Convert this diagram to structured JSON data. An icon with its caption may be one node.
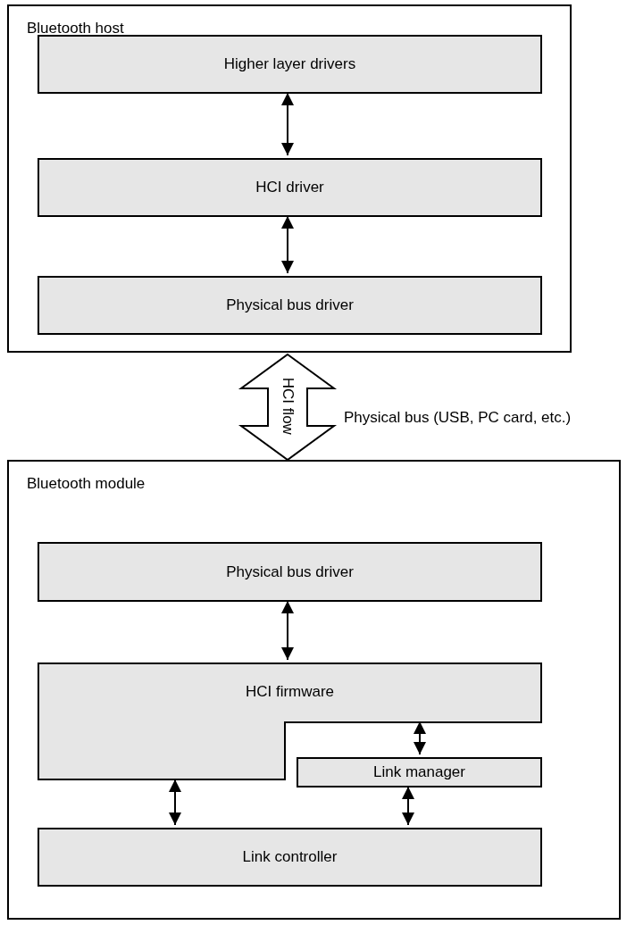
{
  "diagram": {
    "nodes": [
      {
        "text": [
          "Bluetooth host"
        ]
      },
      {
        "text": [
          "Higher layer drivers"
        ],
        "in": 0
      },
      {
        "text": [
          "HCI driver"
        ],
        "in": 0
      },
      {
        "text": [
          "Physical bus driver"
        ],
        "in": 0
      },
      {
        "text": [
          "Bluetooth module"
        ]
      },
      {
        "text": [
          "Physical bus driver"
        ],
        "in": 4
      },
      {
        "text": [
          "HCI firmware"
        ],
        "in": 4
      },
      {
        "text": [
          "Link manager"
        ],
        "in": 4
      },
      {
        "text": [
          "Link controller"
        ],
        "in": 4
      }
    ],
    "edges": [
      {
        "from": 1,
        "to": 2,
        "arrow": "both"
      },
      {
        "from": 2,
        "to": 3,
        "arrow": "both"
      },
      {
        "from": 0,
        "to": 4,
        "arrow": "both",
        "label": "HCI flow",
        "style": "thick"
      },
      {
        "from": 5,
        "to": 6,
        "arrow": "both"
      },
      {
        "from": 6,
        "to": 7,
        "arrow": "both"
      },
      {
        "from": 6,
        "to": 8,
        "arrow": "both"
      },
      {
        "from": 7,
        "to": 8,
        "arrow": "both"
      }
    ],
    "labels": [
      "Physical bus (USB, PC card, etc.)"
    ]
  }
}
